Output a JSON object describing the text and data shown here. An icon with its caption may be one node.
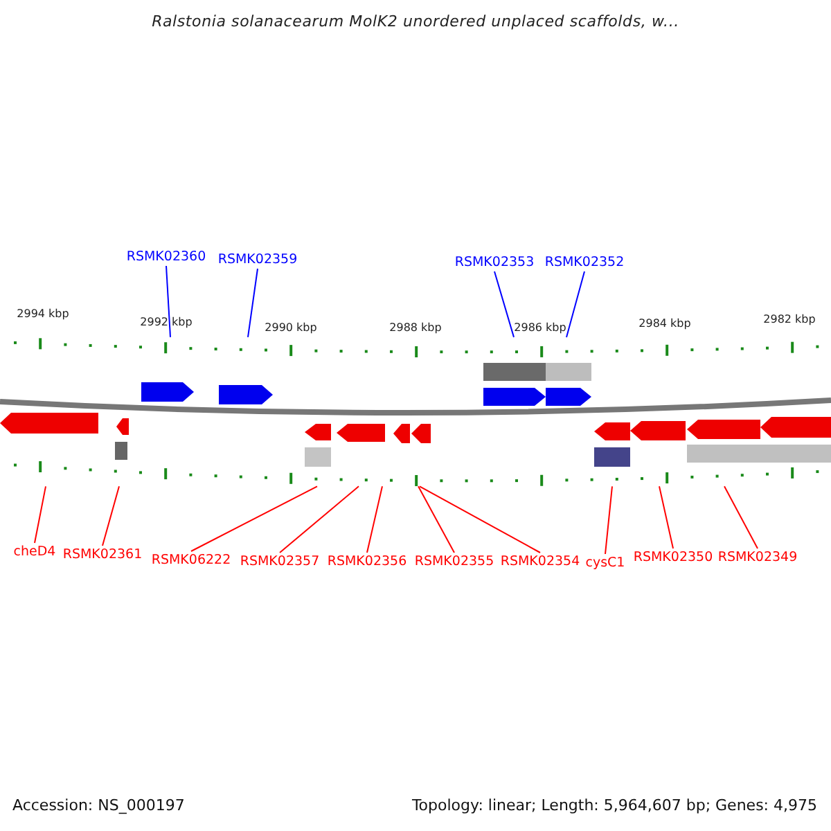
{
  "diagram": {
    "title": "Ralstonia solanacearum MolK2 unordered unplaced scaffolds, w...",
    "nodes": [
      {
        "text": [
          "RSMK02360"
        ]
      },
      {
        "text": [
          "RSMK02359"
        ]
      },
      {
        "text": [
          "RSMK02353"
        ]
      },
      {
        "text": [
          "RSMK02352"
        ]
      },
      {
        "text": [
          "cheD4"
        ]
      },
      {
        "text": [
          "RSMK02361"
        ]
      },
      {
        "text": [
          "RSMK06222"
        ]
      },
      {
        "text": [
          "RSMK02357"
        ]
      },
      {
        "text": [
          "RSMK02356"
        ]
      },
      {
        "text": [
          "RSMK02355"
        ]
      },
      {
        "text": [
          "RSMK02354"
        ]
      },
      {
        "text": [
          "cysC1"
        ]
      },
      {
        "text": [
          "RSMK02350"
        ]
      },
      {
        "text": [
          "RSMK02349"
        ]
      },
      {
        "text": [],
        "shape": "ruler",
        "beside": [
          "2994 kbp",
          "2992 kbp",
          "2990 kbp",
          "2988 kbp",
          "2986 kbp",
          "2984 kbp",
          "2982 kbp"
        ]
      },
      {
        "text": [],
        "shape": "ruler"
      }
    ],
    "edges": [
      {
        "from": 0,
        "to": 14,
        "arrow": "none",
        "color": "#0000ff"
      },
      {
        "from": 1,
        "to": 14,
        "arrow": "none",
        "color": "#0000ff"
      },
      {
        "from": 2,
        "to": 14,
        "arrow": "none",
        "color": "#0000ff"
      },
      {
        "from": 3,
        "to": 14,
        "arrow": "none",
        "color": "#0000ff"
      },
      {
        "from": 4,
        "to": 15,
        "arrow": "none"
      },
      {
        "from": 5,
        "to": 15,
        "arrow": "none"
      },
      {
        "from": 6,
        "to": 15,
        "arrow": "none"
      },
      {
        "from": 7,
        "to": 15,
        "arrow": "none"
      },
      {
        "from": 8,
        "to": 15,
        "arrow": "none"
      },
      {
        "from": 9,
        "to": 15,
        "arrow": "none"
      },
      {
        "from": 10,
        "to": 15,
        "arrow": "none"
      },
      {
        "from": 11,
        "to": 15,
        "arrow": "none"
      },
      {
        "from": 12,
        "to": 15,
        "arrow": "none"
      },
      {
        "from": 13,
        "to": 15,
        "arrow": "none"
      }
    ],
    "labels": [
      "Accession: NS_000197",
      "Topology: linear; Length: 5,964,607 bp; Genes: 4,975"
    ]
  }
}
